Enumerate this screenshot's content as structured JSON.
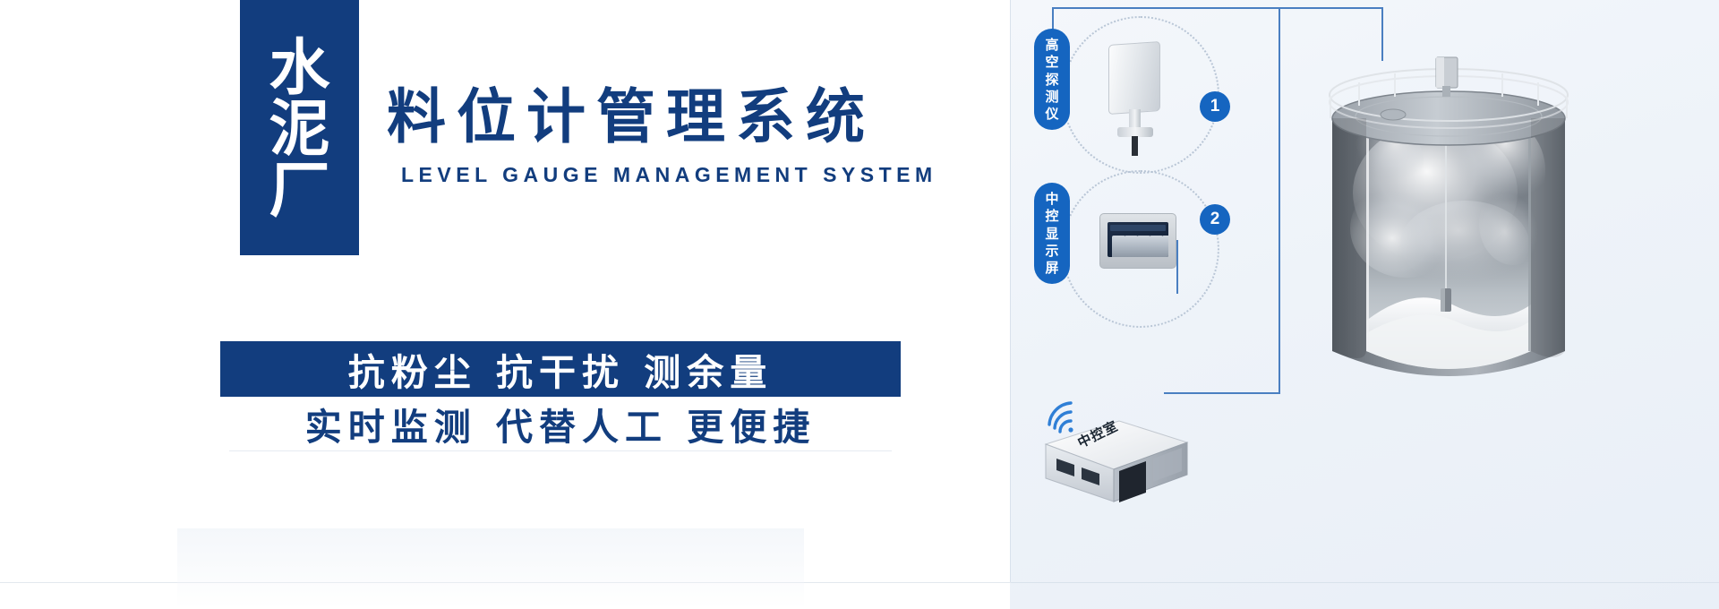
{
  "brand": {
    "vertical_chars": [
      "水",
      "泥",
      "厂"
    ],
    "vertical_text": "水泥厂"
  },
  "headline": {
    "title_cn": "料位计管理系统",
    "title_en": "LEVEL  GAUGE  MANAGEMENT  SYSTEM"
  },
  "feature_bars": {
    "primary": "抗粉尘  抗干扰  测余量",
    "secondary": "实时监测 代替人工 更便捷"
  },
  "diagram": {
    "callouts": [
      {
        "label": "高空探测仪",
        "chars": [
          "高",
          "空",
          "探",
          "测",
          "仪"
        ],
        "badge": "1"
      },
      {
        "label": "中控显示屏",
        "chars": [
          "中",
          "控",
          "显",
          "示",
          "屏"
        ],
        "badge": "2"
      }
    ],
    "control_room": {
      "label": "中控室",
      "wifi_icon": "wifi-icon"
    },
    "silo_icon": "cement-silo-icon"
  },
  "colors": {
    "brand_blue": "#123D7E",
    "accent_blue": "#1565c0",
    "wire_blue": "#4a7fc1",
    "panel_bg": "#eef3f9"
  }
}
